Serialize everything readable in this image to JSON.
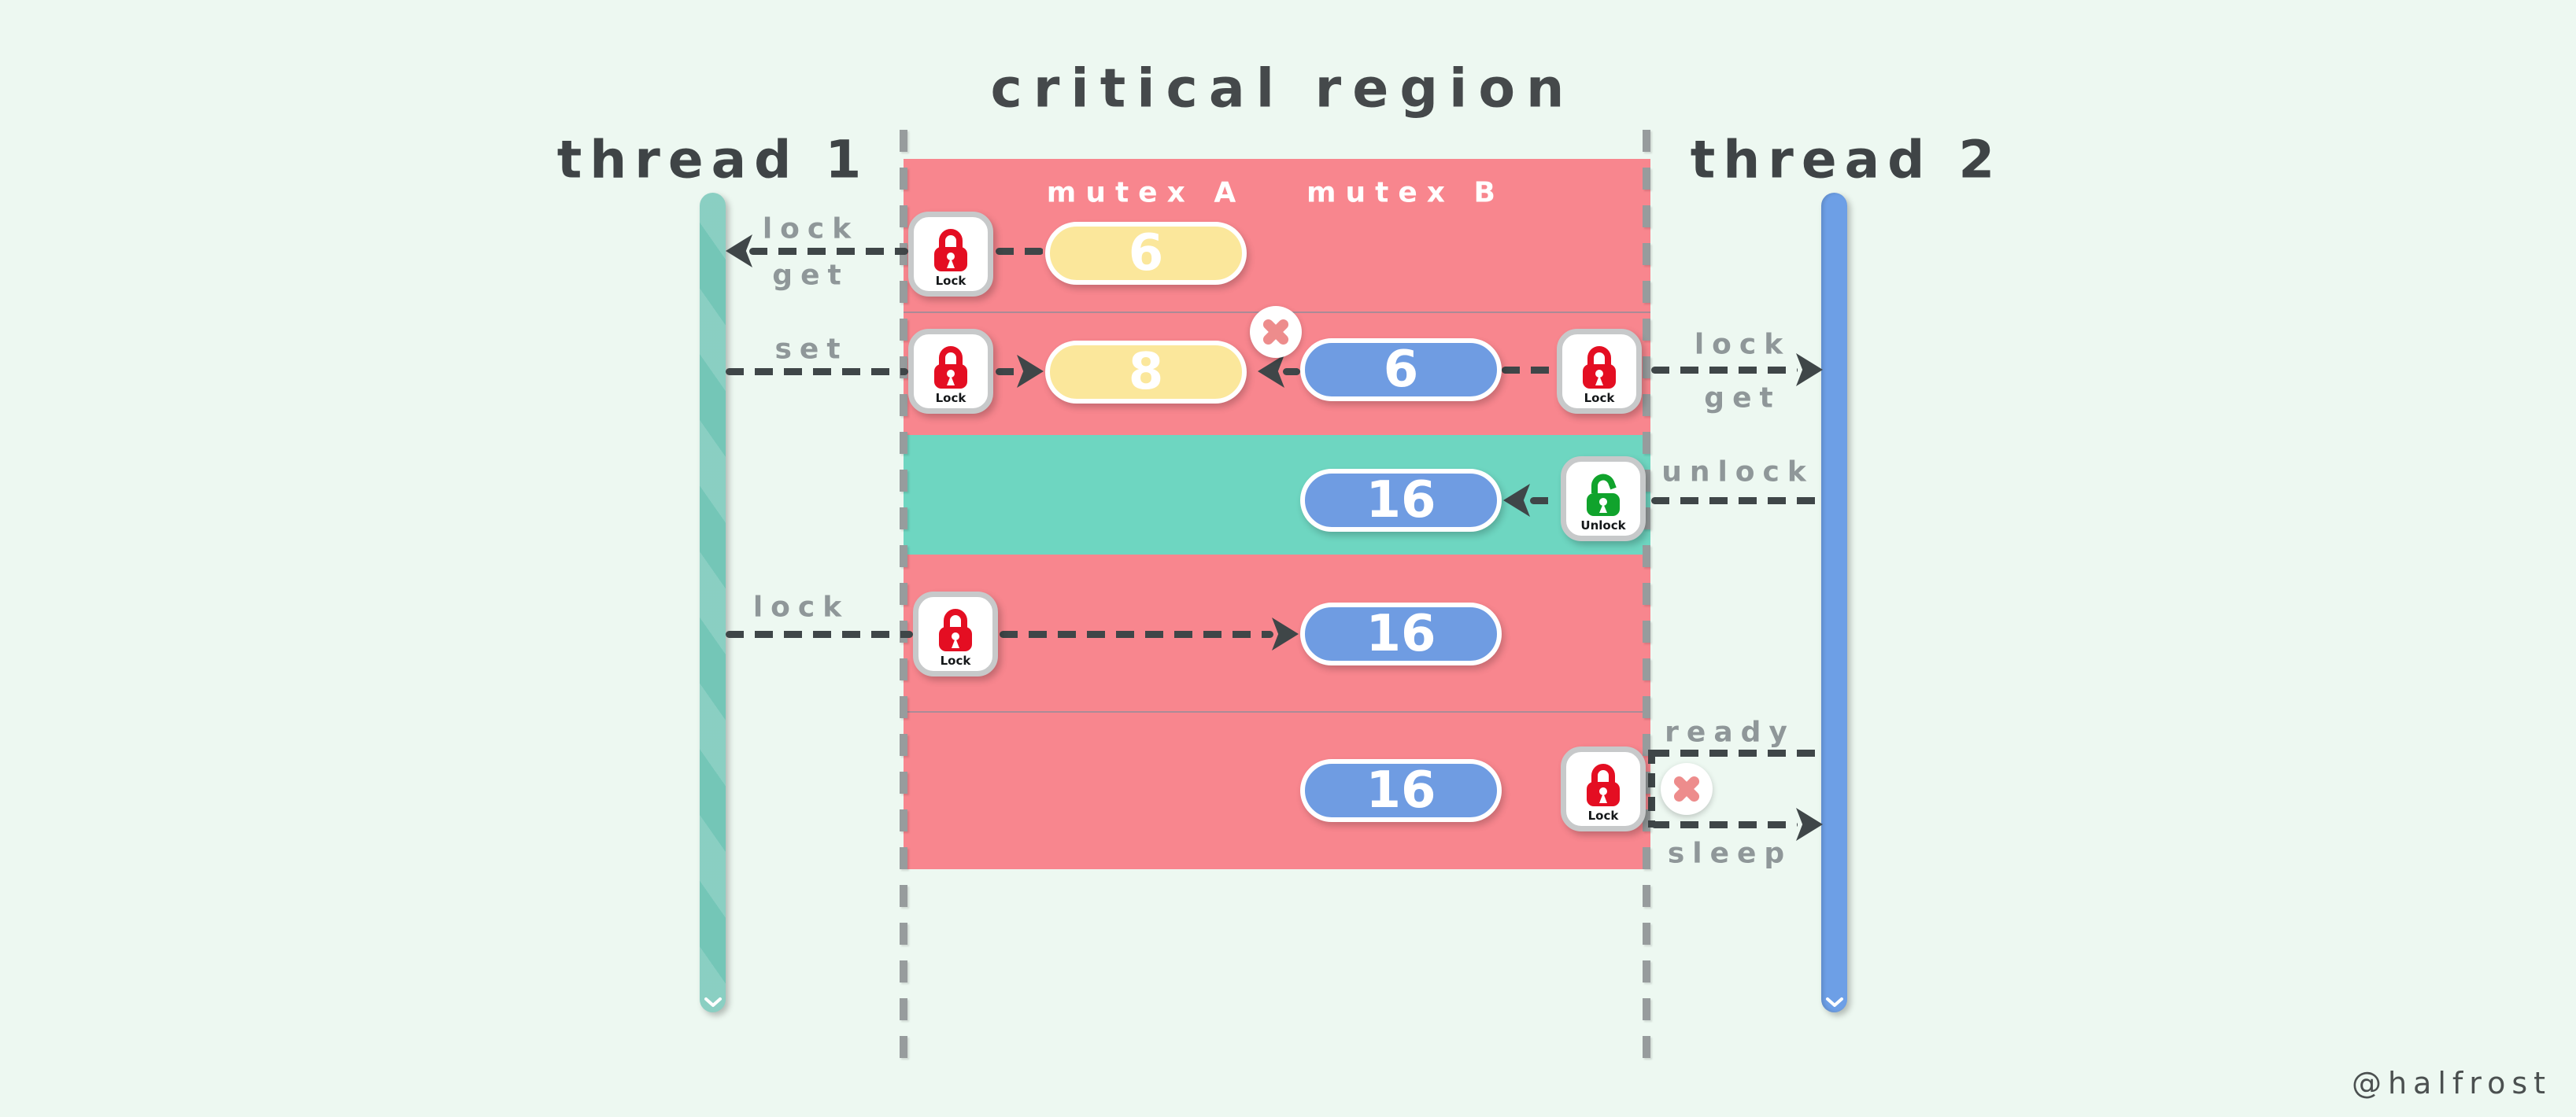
{
  "title": "critical region",
  "watermark": "@halfrost",
  "threads": {
    "t1": "thread 1",
    "t2": "thread 2"
  },
  "mutexes": {
    "a": "mutex A",
    "b": "mutex B"
  },
  "labels": {
    "row1_lock": "lock",
    "row1_get": "get",
    "row2_set": "set",
    "row2_lock": "lock",
    "row2_get": "get",
    "row3_unlock": "unlock",
    "row4_lock": "lock",
    "row5_ready": "ready",
    "row5_sleep": "sleep"
  },
  "pills": {
    "mutex_a_row1": "6",
    "mutex_a_row2": "8",
    "mutex_b_row2": "6",
    "mutex_b_row3": "16",
    "mutex_b_row4": "16",
    "mutex_b_row5": "16"
  },
  "icon_captions": {
    "lock": "Lock",
    "unlock": "Unlock"
  },
  "colors": {
    "background": "#EDF8F1",
    "band_pink": "#F8868E",
    "band_teal": "#6ED6C1",
    "thread1_bar": "#74C6B7",
    "thread2_bar": "#6D9FE6",
    "pill_yellow": "#FBE79B",
    "pill_blue": "#6F9CE2",
    "lock_red": "#E40E22",
    "unlock_green": "#10A32C",
    "arrow_dark": "#3F4648",
    "boundary_gray": "#979C9D",
    "label_gray": "#8F9799",
    "title_gray": "#45494B",
    "badge_x": "#ED8C8C"
  }
}
